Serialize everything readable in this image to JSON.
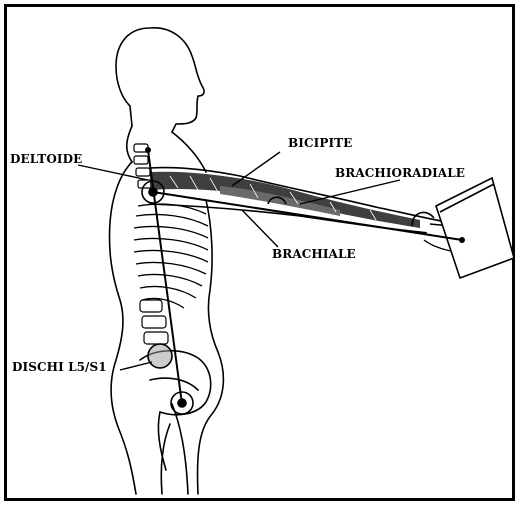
{
  "labels": {
    "deltoide": "DELTOIDE",
    "bicipite": "BICIPITE",
    "brachioradiale": "BRACHIORADIALE",
    "brachiale": "BRACHIALE",
    "dischi": "DISCHI L5/S1"
  },
  "colors": {
    "ink": "#000000",
    "paper": "#ffffff",
    "muscle": "#2a2a2a",
    "joint_fill": "#9a9a9a"
  }
}
